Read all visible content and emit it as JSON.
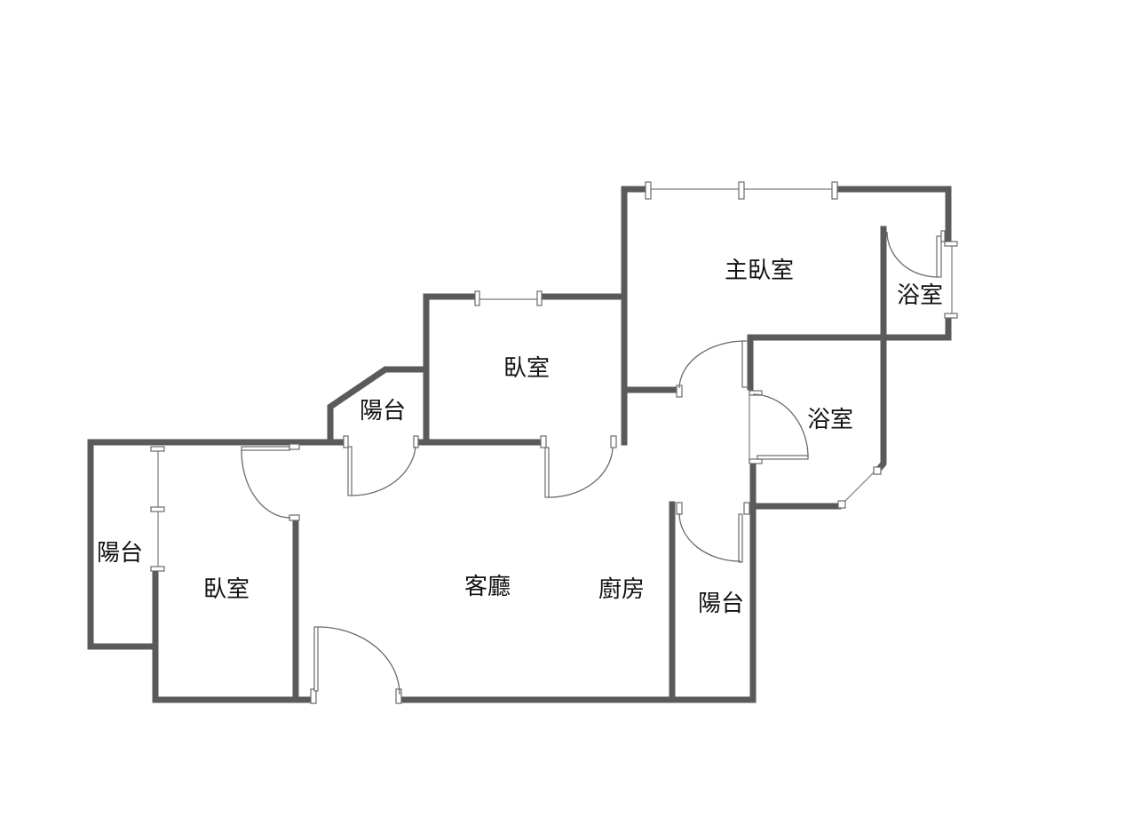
{
  "floorplan": {
    "rooms": {
      "master_bedroom": "主臥室",
      "master_bathroom": "浴室",
      "bathroom": "浴室",
      "bedroom_north": "臥室",
      "balcony_north": "陽台",
      "bedroom_west": "臥室",
      "balcony_west": "陽台",
      "living_room": "客廳",
      "kitchen": "廚房",
      "balcony_east": "陽台"
    },
    "colors": {
      "wall": "#5a5a5a",
      "fixture": "#6a6a6a",
      "background": "#ffffff"
    }
  }
}
